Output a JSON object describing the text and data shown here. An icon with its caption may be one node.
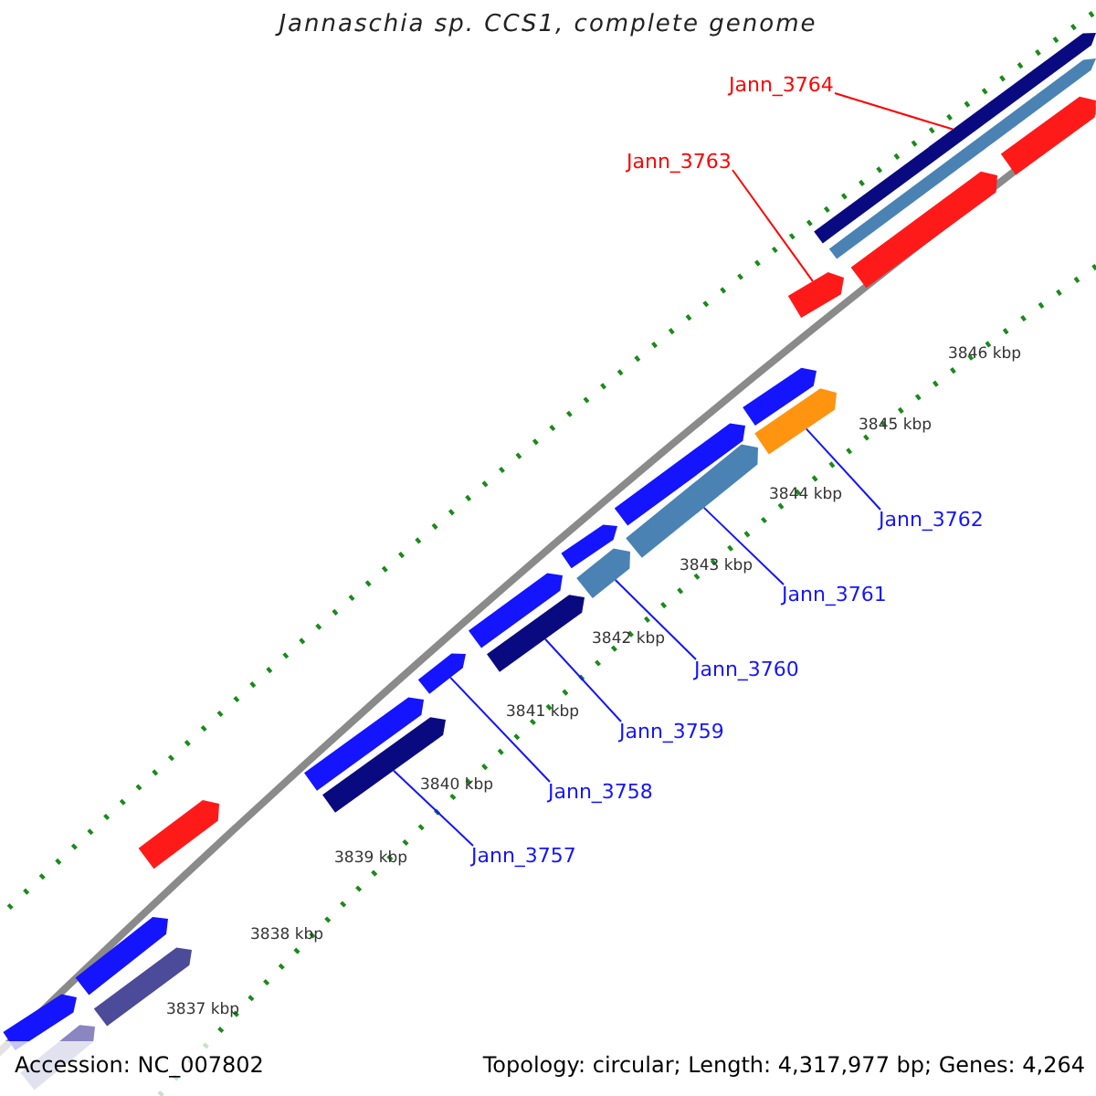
{
  "diagram": {
    "title": "Jannaschia sp. CCS1, complete genome",
    "nodes": [
      {
        "text": [
          "Jann_3764"
        ]
      },
      {
        "text": [
          "Jann_3763"
        ]
      },
      {
        "text": [
          "Jann_3762"
        ]
      },
      {
        "text": [
          "Jann_3761"
        ]
      },
      {
        "text": [
          "Jann_3760"
        ]
      },
      {
        "text": [
          "Jann_3759"
        ]
      },
      {
        "text": [
          "Jann_3758"
        ]
      },
      {
        "text": [
          "Jann_3757"
        ]
      },
      {
        "text": [],
        "shape": "bar"
      },
      {
        "text": [],
        "shape": "bar"
      },
      {
        "text": [],
        "shape": "bar"
      },
      {
        "text": [],
        "shape": "bar"
      },
      {
        "text": [],
        "shape": "bar"
      },
      {
        "text": [],
        "shape": "bar"
      },
      {
        "text": [],
        "shape": "bar"
      },
      {
        "text": [],
        "shape": "bar"
      },
      {
        "text": [],
        "shape": "bar"
      },
      {
        "text": [],
        "shape": "bar"
      },
      {
        "text": [],
        "shape": "bar"
      },
      {
        "text": [],
        "shape": "bar"
      },
      {
        "text": [],
        "shape": "bar"
      },
      {
        "text": [],
        "shape": "bar"
      },
      {
        "text": [],
        "shape": "bar"
      },
      {
        "text": [],
        "shape": "bar"
      },
      {
        "text": [],
        "shape": "bar"
      },
      {
        "text": [],
        "shape": "bar"
      },
      {
        "text": [],
        "shape": "bar"
      },
      {
        "text": [],
        "shape": "bar"
      },
      {
        "text": [],
        "shape": "bar"
      }
    ],
    "edges": [
      {
        "from": 0,
        "to": 8,
        "arrow": "none",
        "color": "#ff0000"
      },
      {
        "from": 1,
        "to": 9,
        "arrow": "none",
        "color": "#ff0000"
      },
      {
        "from": 2,
        "to": 10,
        "arrow": "none"
      },
      {
        "from": 3,
        "to": 11,
        "arrow": "none"
      },
      {
        "from": 4,
        "to": 12,
        "arrow": "none"
      },
      {
        "from": 5,
        "to": 13,
        "arrow": "none"
      },
      {
        "from": 6,
        "to": 14,
        "arrow": "none"
      },
      {
        "from": 7,
        "to": 15,
        "arrow": "none"
      }
    ],
    "labels": [
      "3846 kbp",
      "3845 kbp",
      "3844 kbp",
      "3843 kbp",
      "3842 kbp",
      "3841 kbp",
      "3840 kbp",
      "3839 kbp",
      "3838 kbp",
      "3837 kbp",
      "Accession: NC_007802",
      "Topology: circular; Length: 4,317,977 bp; Genes: 4,264"
    ]
  }
}
